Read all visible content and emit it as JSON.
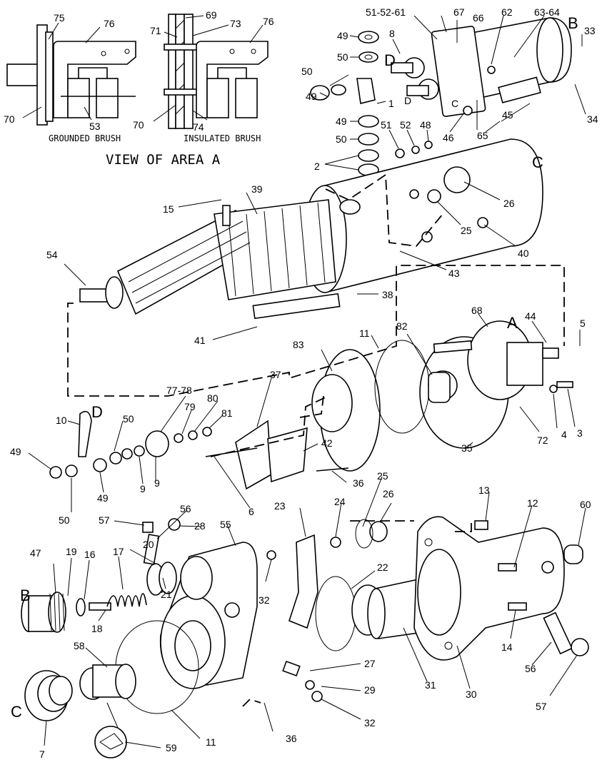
{
  "captions": {
    "grounded": "GROUNDED BRUSH",
    "insulated": "INSULATED BRUSH",
    "view": "VIEW OF AREA A"
  },
  "letters": [
    "B",
    "D",
    "C",
    "A",
    "D",
    "B",
    "C"
  ],
  "callouts": [
    "75",
    "76",
    "69",
    "71",
    "73",
    "76",
    "70",
    "53",
    "70",
    "74",
    "51-52-61",
    "67",
    "66",
    "62",
    "63-64",
    "33",
    "49",
    "8",
    "50",
    "50",
    "D",
    "1",
    "49",
    "49",
    "51",
    "52",
    "48",
    "46",
    "65",
    "45",
    "34",
    "50",
    "2",
    "C",
    "26",
    "25",
    "40",
    "15",
    "39",
    "54",
    "43",
    "38",
    "41",
    "11",
    "82",
    "68",
    "44",
    "5",
    "83",
    "37",
    "77-78",
    "80",
    "79",
    "81",
    "42",
    "35",
    "72",
    "4",
    "3",
    "10",
    "50",
    "49",
    "50",
    "49",
    "9",
    "9",
    "6",
    "36",
    "25",
    "13",
    "12",
    "60",
    "57",
    "56",
    "28",
    "55",
    "23",
    "24",
    "26",
    "47",
    "19",
    "16",
    "17",
    "20",
    "21",
    "18",
    "32",
    "22",
    "58",
    "27",
    "29",
    "32",
    "31",
    "30",
    "14",
    "56",
    "36",
    "7",
    "59",
    "11",
    "57"
  ]
}
